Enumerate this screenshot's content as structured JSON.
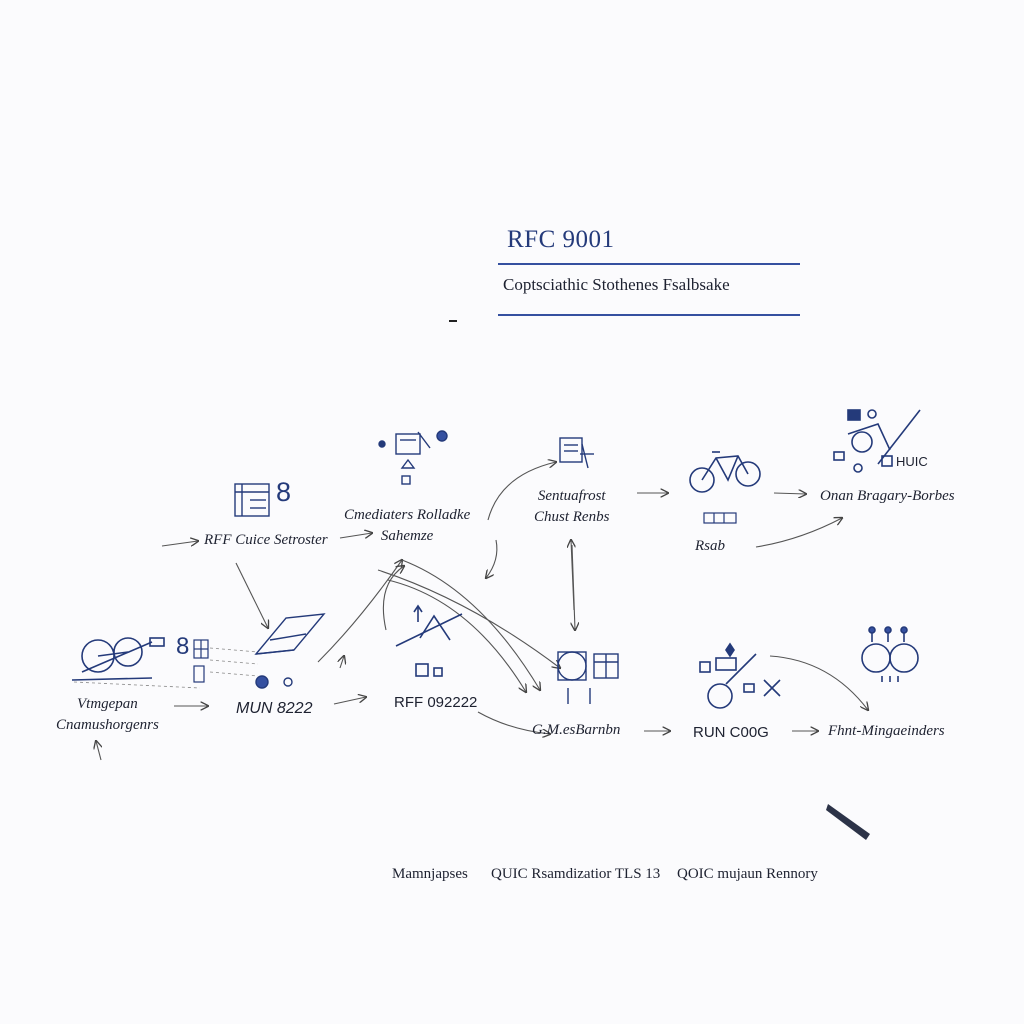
{
  "colors": {
    "accent": "#3550a0",
    "ink": "#1d2130",
    "title": "#243a7a"
  },
  "header": {
    "title": "RFC 9001",
    "subtitle": "Coptsciathic  Stothenes Fsalbsake"
  },
  "nodes": {
    "rff_cuice": {
      "label": "RFF Cuice Setroster",
      "glyph": "8",
      "icon": "form-icon"
    },
    "cmediaters": {
      "label": "Cmediaters Rolladke\nSahemze",
      "icon": "document-icon"
    },
    "sentuafrost": {
      "label": "Sentuafrost\nChust Renbs",
      "icon": "clipboard-icon"
    },
    "rsab": {
      "label": "Rsab",
      "icon": "bicycle-icon"
    },
    "onan": {
      "label": "Onan Bragary-Borbes",
      "badge": "HUIC",
      "icon": "pulley-icon"
    },
    "vtmgepan": {
      "label": "Vtmgepan\nCnamushorgenrs",
      "glyph": "8",
      "icon": "wheel-icon"
    },
    "mun": {
      "label": "MUN  8222",
      "icon": "crane-icon"
    },
    "rff_09": {
      "label": "RFF 092222",
      "icon": "lever-icon"
    },
    "gm": {
      "label": "G.M.esBarnbn",
      "icon": "screen-icon"
    },
    "run": {
      "label": "RUN C00G",
      "icon": "cart-icon"
    },
    "fhnt": {
      "label": "Fhnt-Mingaeinders",
      "icon": "people-icon"
    }
  },
  "footer": {
    "items": [
      "Mamnjapses",
      "QUIC Rsamdizatior TLS  13",
      "QOIC mujaun Rennory"
    ]
  }
}
